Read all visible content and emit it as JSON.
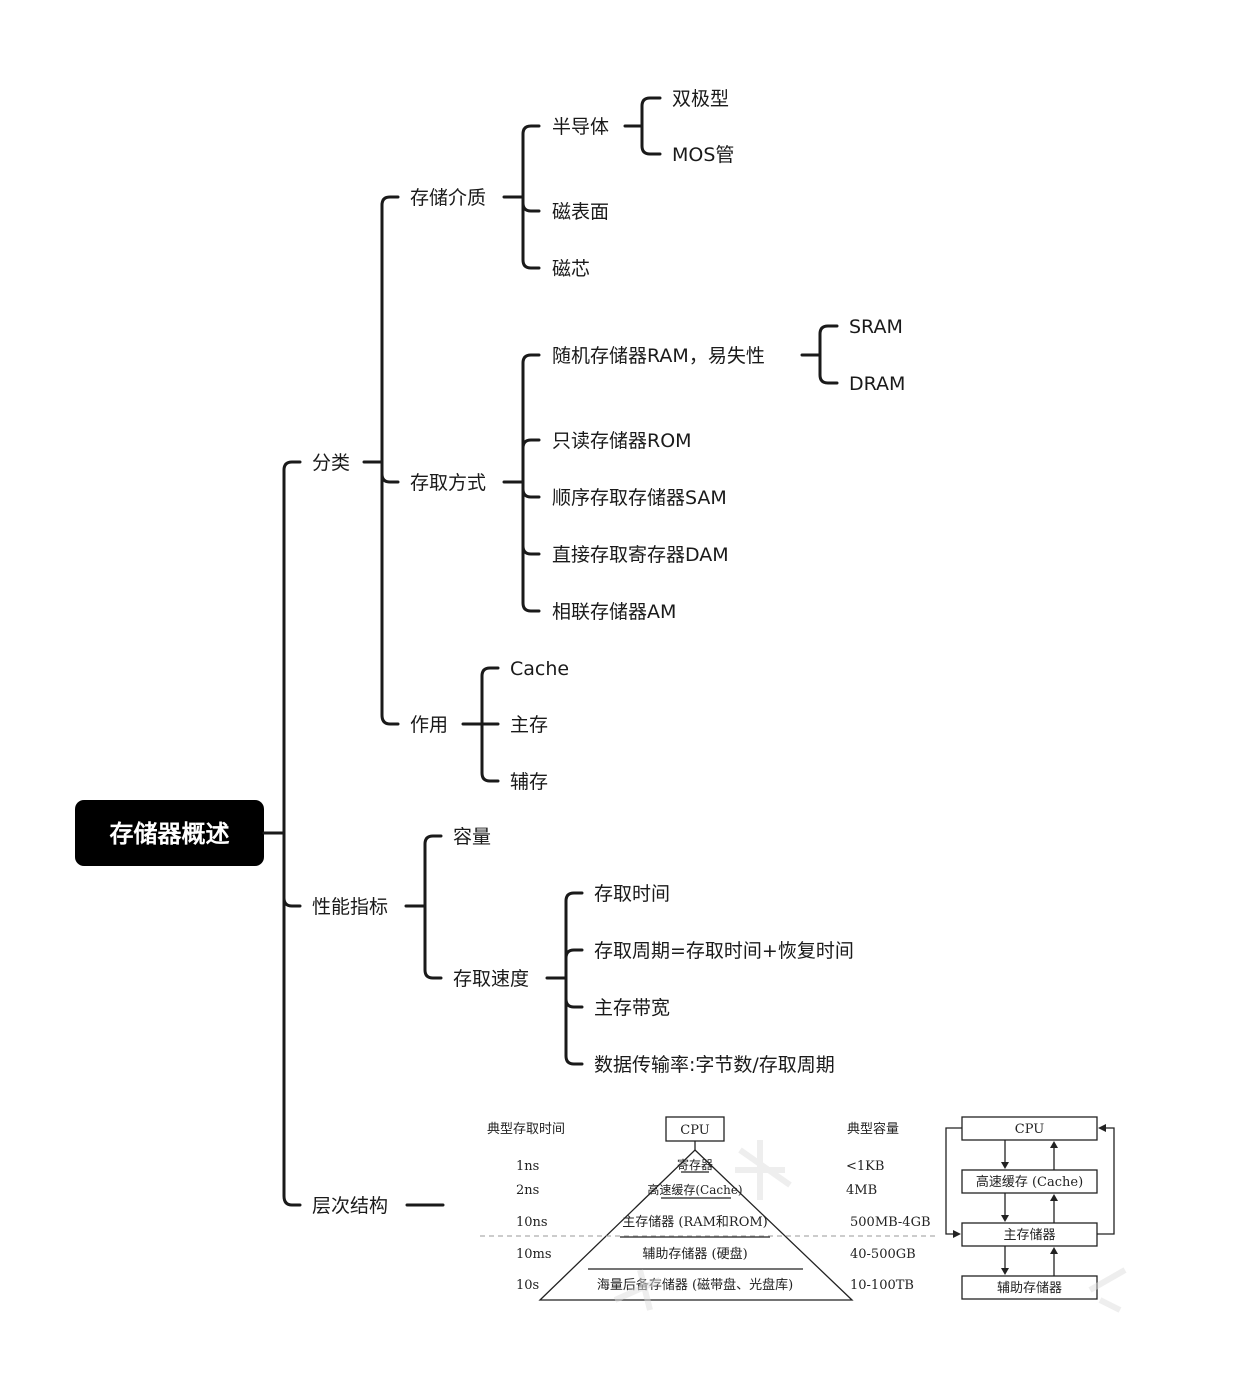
{
  "root": "存储器概述",
  "level1": {
    "classification": "分类",
    "performance": "性能指标",
    "hierarchy": "层次结构"
  },
  "classification": {
    "medium": {
      "label": "存储介质",
      "semiconductor": {
        "label": "半导体",
        "children": [
          "双极型",
          "MOS管"
        ]
      },
      "magnetic_surface": "磁表面",
      "magnetic_core": "磁芯"
    },
    "access": {
      "label": "存取方式",
      "ram": {
        "label": "随机存储器RAM，易失性",
        "children": [
          "SRAM",
          "DRAM"
        ]
      },
      "rom": "只读存储器ROM",
      "sam": "顺序存取存储器SAM",
      "dam": "直接存取寄存器DAM",
      "am": "相联存储器AM"
    },
    "role": {
      "label": "作用",
      "children": [
        "Cache",
        "主存",
        "辅存"
      ]
    }
  },
  "performance": {
    "capacity": "容量",
    "speed": {
      "label": "存取速度",
      "children": [
        "存取时间",
        "存取周期=存取时间+恢复时间",
        "主存带宽",
        "数据传输率:字节数/存取周期"
      ]
    }
  },
  "hierarchy_figure": {
    "left_header": "典型存取时间",
    "right_header": "典型容量",
    "apex": "CPU",
    "levels": [
      {
        "label": "寄存器",
        "time": "1ns",
        "capacity": "<1KB"
      },
      {
        "label": "高速缓存(Cache)",
        "time": "2ns",
        "capacity": "4MB"
      },
      {
        "label": "主存储器 (RAM和ROM)",
        "time": "10ns",
        "capacity": "500MB-4GB"
      },
      {
        "label": "辅助存储器 (硬盘)",
        "time": "10ms",
        "capacity": "40-500GB"
      },
      {
        "label": "海量后备存储器 (磁带盘、光盘库)",
        "time": "10s",
        "capacity": "10-100TB"
      }
    ],
    "flow": [
      "CPU",
      "高速缓存 (Cache)",
      "主存储器",
      "辅助存储器"
    ]
  },
  "colors": {
    "root_bg": "#000000",
    "line": "#1a1a1a"
  }
}
